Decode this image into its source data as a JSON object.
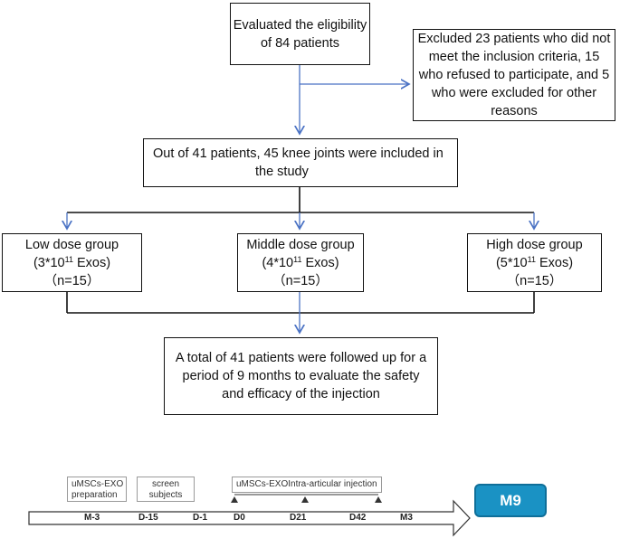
{
  "flowchart": {
    "eligibility": {
      "line1": "Evaluated the eligibility",
      "line2": "of 84 patients"
    },
    "excluded": {
      "line1": "Excluded 23 patients who did not",
      "line2": "meet the inclusion criteria, 15",
      "line3": "who refused to participate, and 5",
      "line4": "who were excluded for other",
      "line5": "reasons"
    },
    "included": {
      "line1": "Out of 41 patients, 45 knee joints were included in",
      "line2": "the study"
    },
    "groups": {
      "low": {
        "name": "Low dose group",
        "dose_prefix": "(3*10",
        "dose_exp": "11",
        "dose_suffix": " Exos)",
        "n": "（n=15）"
      },
      "middle": {
        "name": "Middle dose group",
        "dose_prefix": "(4*10",
        "dose_exp": "11",
        "dose_suffix": " Exos)",
        "n": "（n=15）"
      },
      "high": {
        "name": "High dose group",
        "dose_prefix": "(5*10",
        "dose_exp": "11",
        "dose_suffix": " Exos)",
        "n": "（n=15）"
      }
    },
    "followup": {
      "line1": "A total of 41 patients were followed up for a",
      "line2": "period of 9 months to evaluate the safety",
      "line3": "and efficacy of the injection"
    }
  },
  "timeline": {
    "steps": {
      "preparation": {
        "line1": "uMSCs-EXO",
        "line2": "preparation"
      },
      "screen": {
        "line1": "screen",
        "line2": "subjects"
      },
      "injection": "uMSCs-EXOIntra-articular injection"
    },
    "ticks": {
      "m3": "M-3",
      "d15": "D-15",
      "d1": "D-1",
      "d0": "D0",
      "d21": "D21",
      "d42": "D42",
      "m3b": "M3"
    },
    "final_badge": "M9"
  }
}
